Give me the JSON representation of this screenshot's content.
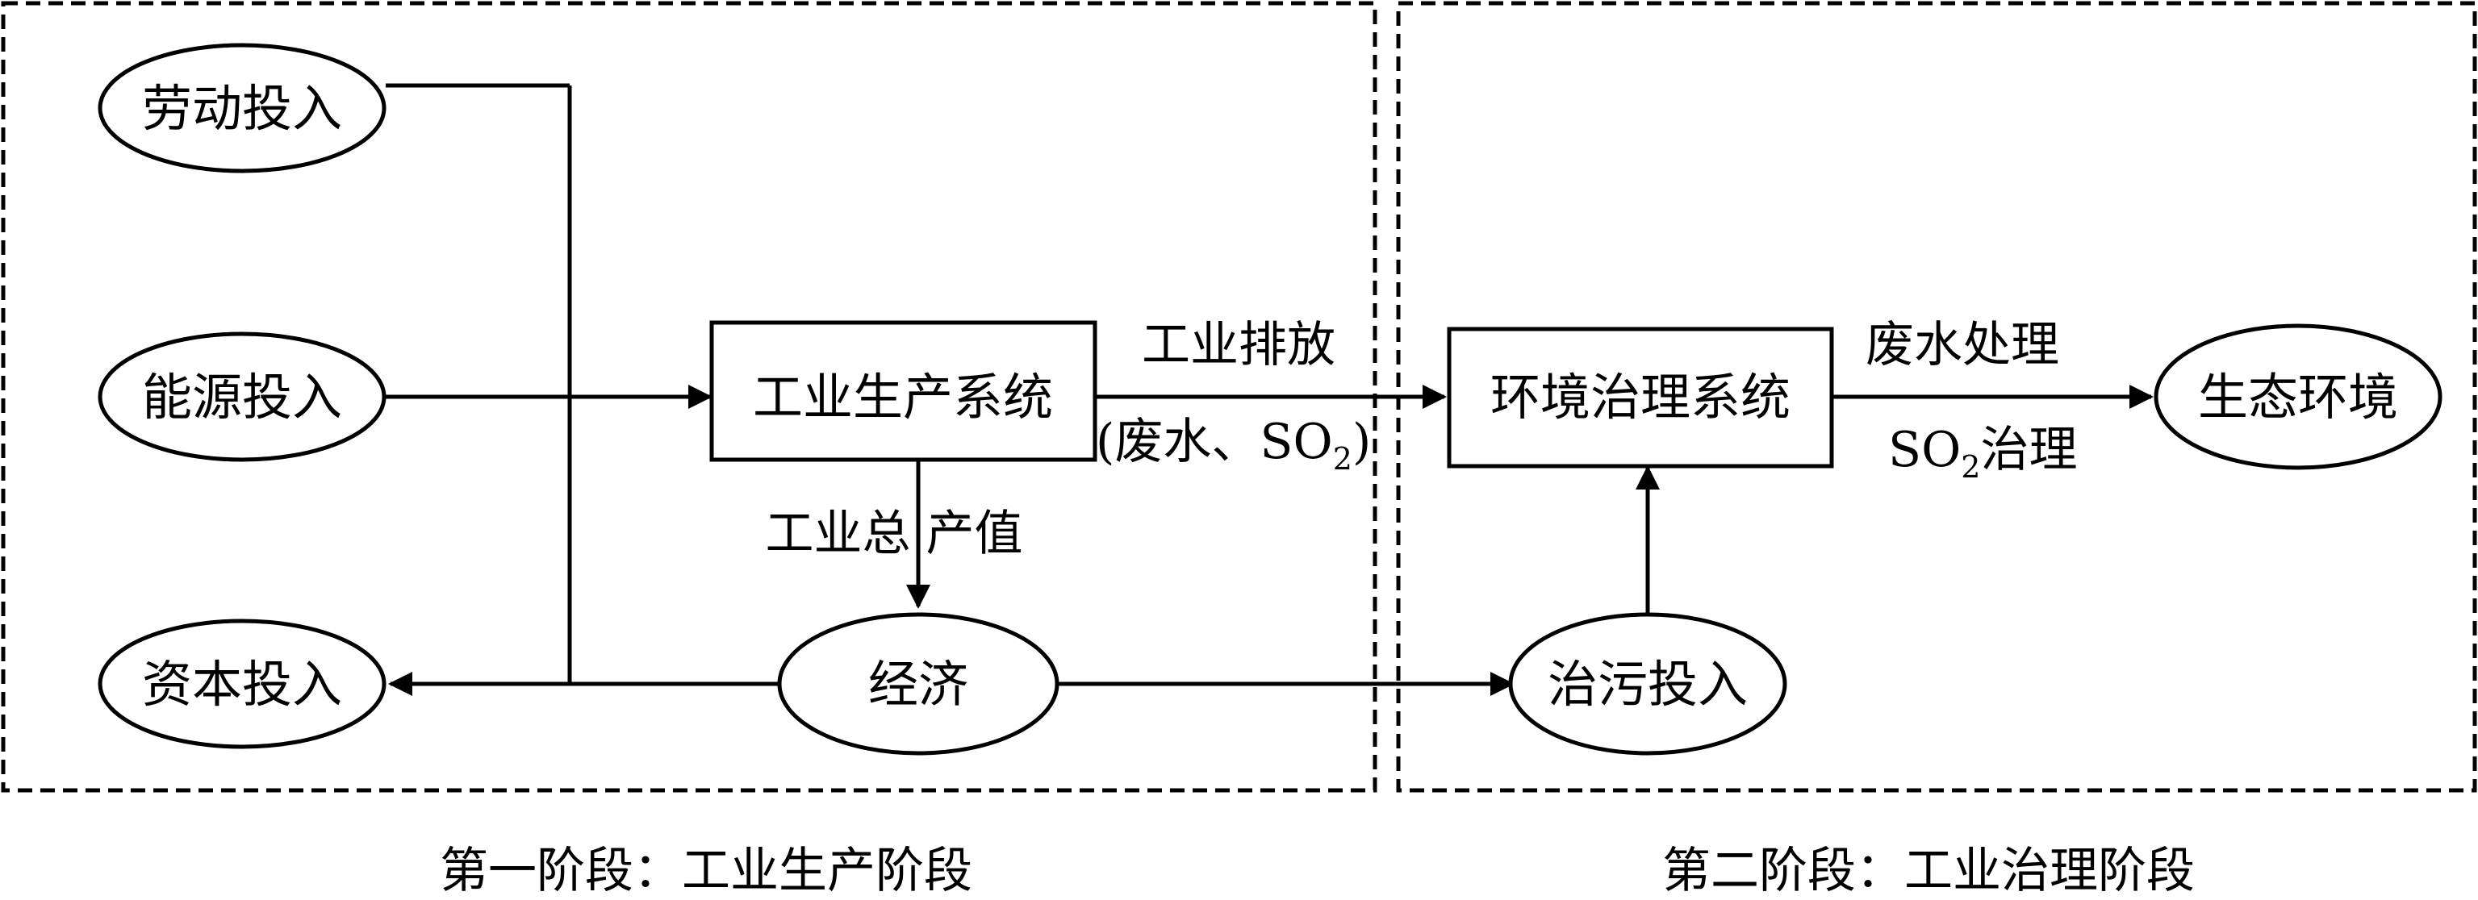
{
  "nodes": {
    "labor": "劳动投入",
    "energy": "能源投入",
    "capital": "资本投入",
    "industrial_system": "工业生产系统",
    "economy": "经济",
    "env_system": "环境治理系统",
    "pollution_investment": "治污投入",
    "ecology": "生态环境"
  },
  "edges": {
    "emission_line1": "工业排放",
    "emission_line2_prefix": "(废水、SO",
    "emission_line2_sub": "2",
    "emission_line2_suffix": ")",
    "gross_output": "工业总 产值",
    "treatment_line1": "废水处理",
    "treatment_line2_prefix": "SO",
    "treatment_line2_sub": "2",
    "treatment_line2_suffix": "治理"
  },
  "stages": {
    "stage1": "第一阶段：工业生产阶段",
    "stage2": "第二阶段：工业治理阶段"
  }
}
